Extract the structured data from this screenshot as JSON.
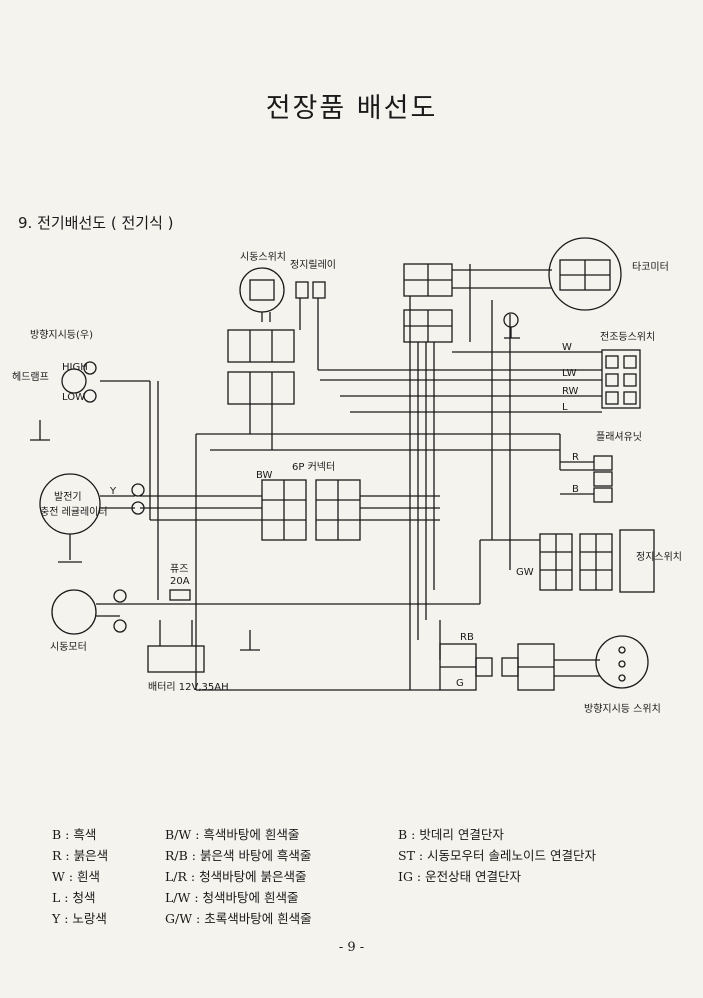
{
  "page": {
    "title": "전장품 배선도",
    "section_title": "9. 전기배선도 ( 전기식 )",
    "page_number": "- 9 -"
  },
  "components": {
    "ignition_switch": "시동스위치",
    "stop_relay": "정지릴레이",
    "headlight": "헤드램프",
    "direction_indicator": "방향지시등(우)",
    "generator": "발전기",
    "charging_regulator": "충전 레귤레이터",
    "starter_motor": "시동모터",
    "fuse": "퓨즈",
    "fuse_rating": "20A",
    "battery": "배터리 12V,35AH",
    "connector_6p": "6P 커넥터",
    "tachometer": "타코미터",
    "combination_switch": "전조등스위치",
    "flasher_relay": "플래셔유닛",
    "right_side_box": "정지스위치",
    "direction_switch": "방향지시등 스위치"
  },
  "headlight_labels": {
    "high": "HIGH",
    "low": "LOW"
  },
  "wire_labels": {
    "W": "W",
    "LW": "LW",
    "RW": "RW",
    "L": "L",
    "R": "R",
    "B": "B",
    "BW": "BW",
    "Y": "Y",
    "G": "G",
    "RB": "RB",
    "GW": "GW"
  },
  "legend": {
    "colors": [
      "B : 흑색",
      "R : 붉은색",
      "W : 흰색",
      "L : 청색",
      "Y : 노랑색"
    ],
    "stripes": [
      "B/W : 흑색바탕에 흰색줄",
      "R/B : 붉은색 바탕에 흑색줄",
      "L/R : 청색바탕에 붉은색줄",
      "L/W : 청색바탕에 흰색줄",
      "G/W : 초록색바탕에 흰색줄"
    ],
    "terminals": [
      "B : 밧데리 연결단자",
      "ST : 시동모우터 솔레노이드 연결단자",
      "IG : 운전상태 연결단자"
    ]
  }
}
